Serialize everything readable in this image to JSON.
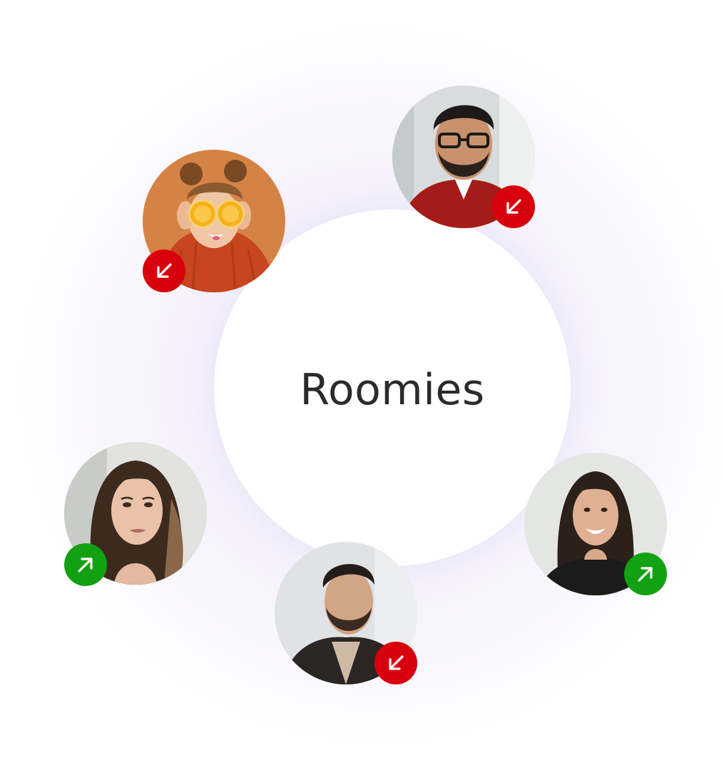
{
  "title": "Roomies",
  "colors": {
    "incoming": "#d9000d",
    "outgoing": "#12a112",
    "text": "#2b2b2b",
    "glow": "#ece6fa"
  },
  "members": [
    {
      "id": "orange-girl",
      "direction": "incoming",
      "badge_icon": "arrow-down-left-icon"
    },
    {
      "id": "glasses-man",
      "direction": "incoming",
      "badge_icon": "arrow-down-left-icon"
    },
    {
      "id": "long-hair-woman",
      "direction": "outgoing",
      "badge_icon": "arrow-up-right-icon"
    },
    {
      "id": "bearded-man",
      "direction": "incoming",
      "badge_icon": "arrow-down-left-icon"
    },
    {
      "id": "smiling-woman",
      "direction": "outgoing",
      "badge_icon": "arrow-up-right-icon"
    }
  ]
}
